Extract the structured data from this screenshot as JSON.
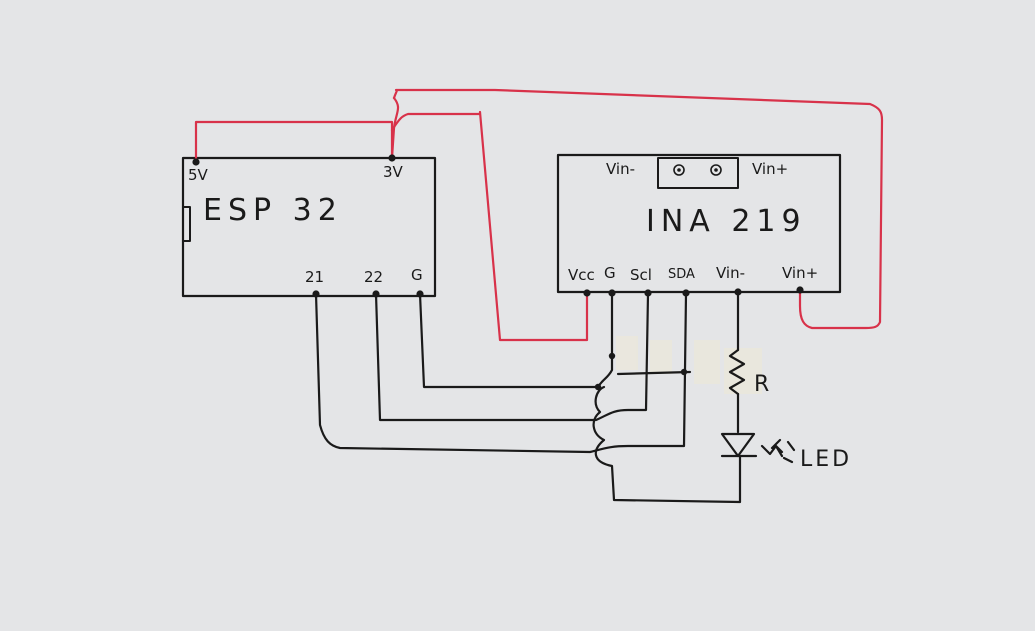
{
  "esp32": {
    "name": "ESP 32",
    "pins": {
      "v5": "5V",
      "v3": "3V",
      "p21": "21",
      "p22": "22",
      "g": "G"
    }
  },
  "ina219": {
    "name": "INA 219",
    "top_pins": {
      "vin_minus": "Vin-",
      "vin_plus": "Vin+"
    },
    "bottom_pins": {
      "vcc": "Vcc",
      "g": "G",
      "scl": "Scl",
      "sda": "SDA",
      "vin_minus": "Vin-",
      "vin_plus": "Vin+"
    }
  },
  "resistor": {
    "label": "R"
  },
  "led": {
    "label": "LED"
  },
  "colors": {
    "ink": "#1a1a1a",
    "red_wire": "#d8324a",
    "paper": "#e4e5e7",
    "tape": "#ebe8dc"
  }
}
